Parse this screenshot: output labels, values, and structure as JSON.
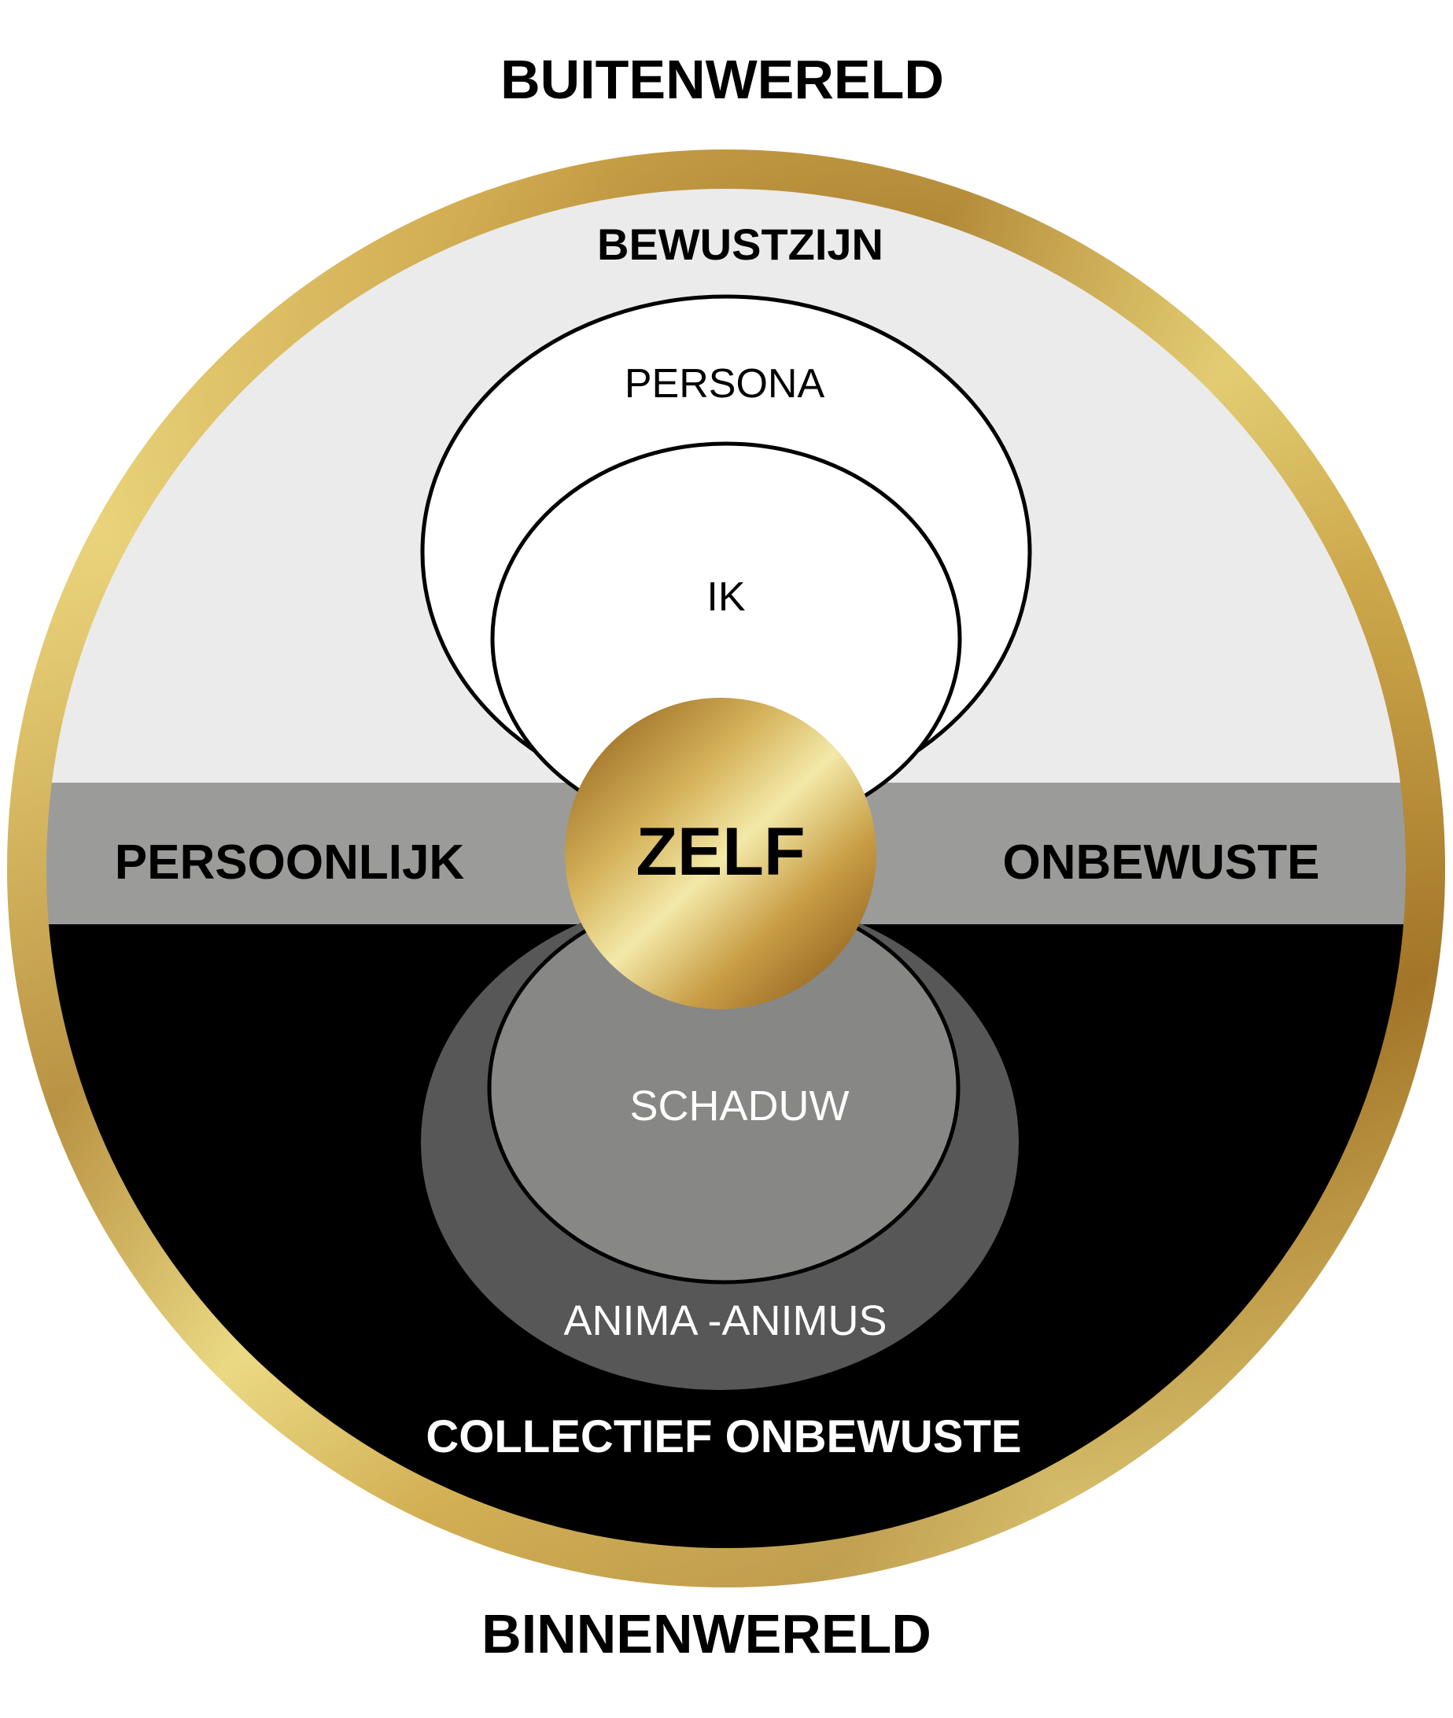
{
  "labels": {
    "outer_world": "BUITENWERELD",
    "inner_world": "BINNENWERELD",
    "consciousness": "BEWUSTZIJN",
    "persona": "PERSONA",
    "ego": "IK",
    "personal_left": "PERSOONLIJK",
    "personal_right": "ONBEWUSTE",
    "self": "ZELF",
    "shadow": "SCHADUW",
    "anima_animus": "ANIMA -ANIMUS",
    "collective_unconscious": "COLLECTIEF ONBEWUSTE"
  },
  "colors": {
    "gold_light": "#f6e27a",
    "gold_dark": "#9a6b22",
    "consciousness_zone": "#ebebeb",
    "personal_band": "#9b9b9a",
    "collective_zone": "#000000",
    "anima_ellipse": "#575757",
    "shadow_ellipse": "#878786",
    "text_dark": "#000000",
    "text_light": "#ffffff"
  }
}
